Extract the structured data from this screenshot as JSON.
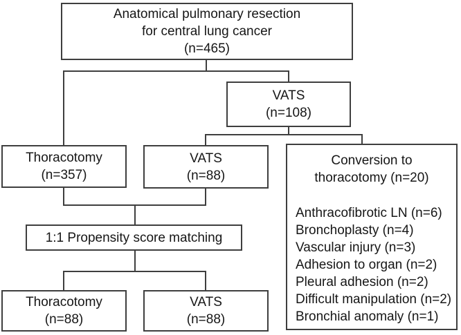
{
  "diagram": {
    "type": "flowchart",
    "colors": {
      "line": "#3e3e3e",
      "text": "#161616",
      "background": "#ffffff"
    },
    "boxes": {
      "top": {
        "lines": [
          "Anatomical pulmonary resection",
          "for central lung cancer",
          "(n=465)"
        ]
      },
      "vats108": {
        "lines": [
          "VATS",
          "(n=108)"
        ]
      },
      "thoracotomy357": {
        "lines": [
          "Thoracotomy",
          "(n=357)"
        ]
      },
      "vats88": {
        "lines": [
          "VATS",
          "(n=88)"
        ]
      },
      "conversion": {
        "heading_lines": [
          "Conversion to",
          "thoracotomy (n=20)"
        ],
        "items": [
          "Anthracofibrotic LN (n=6)",
          "Bronchoplasty (n=4)",
          "Vascular injury (n=3)",
          "Adhesion to organ (n=2)",
          "Pleural adhesion (n=2)",
          "Difficult manipulation (n=2)",
          "Bronchial anomaly (n=1)"
        ]
      },
      "psm": {
        "lines": [
          "1:1 Propensity score matching"
        ]
      },
      "thoracotomy88": {
        "lines": [
          "Thoracotomy",
          "(n=88)"
        ]
      },
      "vats88_matched": {
        "lines": [
          "VATS",
          "(n=88)"
        ]
      }
    }
  }
}
